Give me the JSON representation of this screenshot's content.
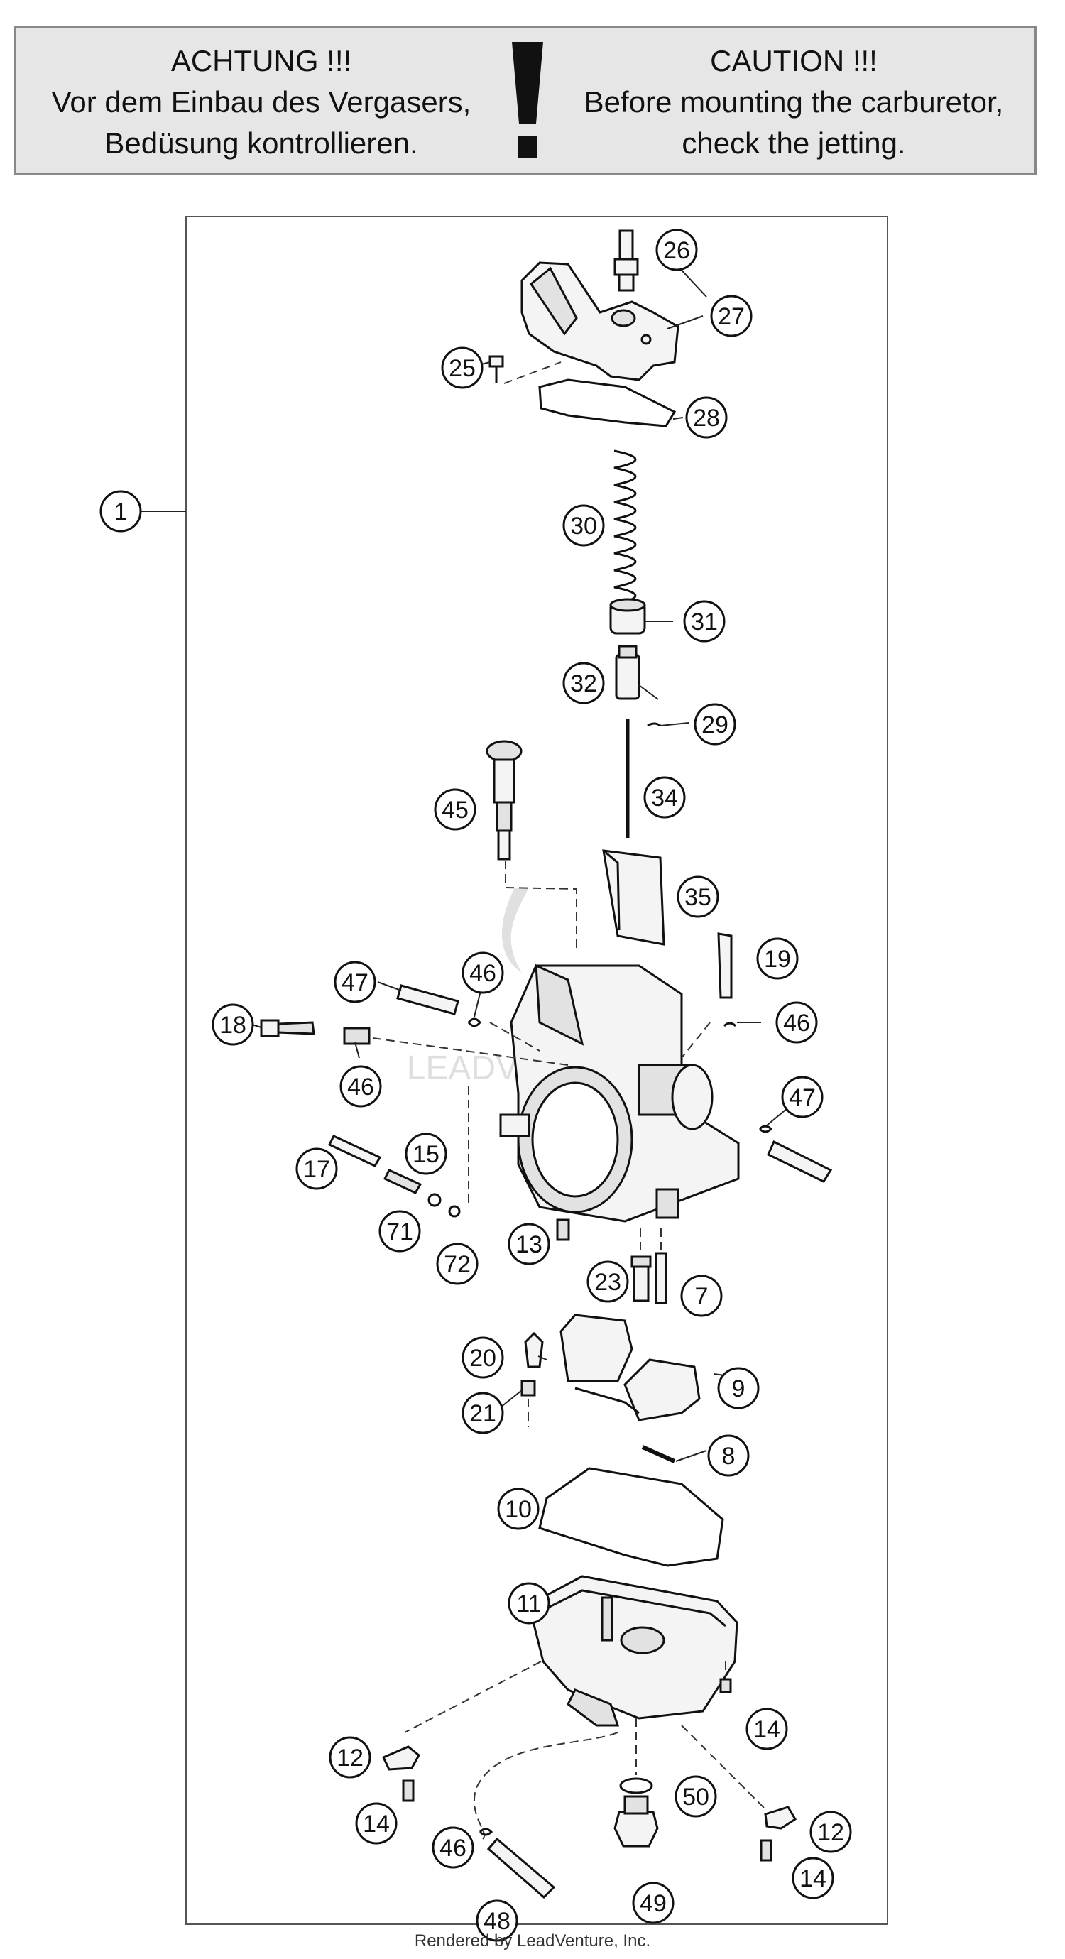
{
  "banner": {
    "de_title": "ACHTUNG !!!",
    "de_line1": "Vor dem Einbau des Vergasers,",
    "de_line2": "Bedüsung kontrollieren.",
    "en_title": "CAUTION !!!",
    "en_line1": "Before mounting the carburetor,",
    "en_line2": "check the jetting."
  },
  "callouts": [
    "1",
    "25",
    "26",
    "27",
    "28",
    "30",
    "31",
    "32",
    "29",
    "34",
    "45",
    "35",
    "47",
    "46",
    "19",
    "18",
    "46",
    "46",
    "47",
    "17",
    "15",
    "71",
    "72",
    "13",
    "23",
    "7",
    "20",
    "9",
    "21",
    "8",
    "10",
    "11",
    "14",
    "12",
    "14",
    "50",
    "12",
    "46",
    "14",
    "48",
    "49"
  ],
  "footer": "Rendered by LeadVenture, Inc.",
  "watermark": "LEADVENTURE"
}
